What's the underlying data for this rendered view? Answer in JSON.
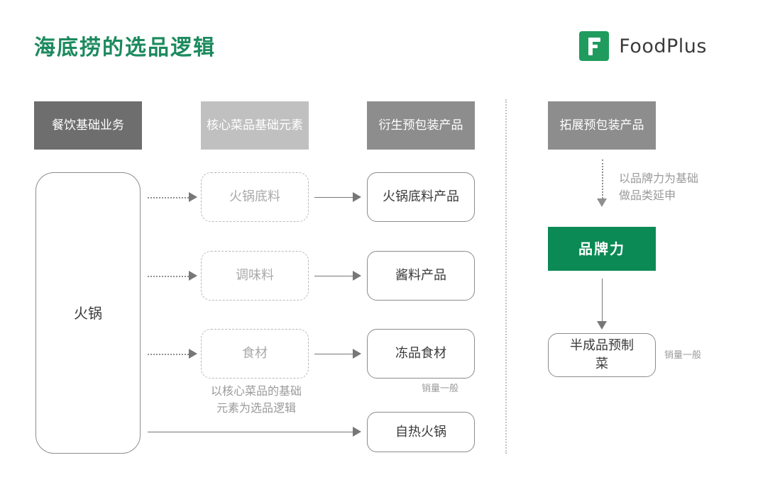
{
  "page": {
    "title": "海底捞的选品逻辑",
    "title_color": "#1c8a5e",
    "background": "#ffffff"
  },
  "brand": {
    "name": "FoodPlus",
    "mark_letter": "F",
    "mark_color": "#1f9c5d"
  },
  "column_headers": [
    {
      "label": "餐饮基础业务",
      "bg": "#6e6e6e"
    },
    {
      "label": "核心菜品基础元素",
      "bg": "#c0c0c0"
    },
    {
      "label": "衍生预包装产品",
      "bg": "#8d8d8d"
    },
    {
      "label": "拓展预包装产品",
      "bg": "#8d8d8d"
    }
  ],
  "base_business": {
    "label": "火锅"
  },
  "core_elements": [
    {
      "label": "火锅底料"
    },
    {
      "label": "调味料"
    },
    {
      "label": "食材"
    }
  ],
  "derived_products": [
    {
      "label": "火锅底料产品",
      "note": ""
    },
    {
      "label": "酱料产品",
      "note": ""
    },
    {
      "label": "冻品食材",
      "note": "销量一般"
    },
    {
      "label": "自热火锅",
      "note": ""
    }
  ],
  "captions": {
    "left_logic": "以核心菜品的基础\n元素为选品逻辑",
    "right_logic": "以品牌力为基础\n做品类延申"
  },
  "expansion": {
    "brand_power": {
      "label": "品牌力",
      "bg": "#0b8a55"
    },
    "product": {
      "label": "半成品预制\n菜",
      "note": "销量一般"
    }
  }
}
